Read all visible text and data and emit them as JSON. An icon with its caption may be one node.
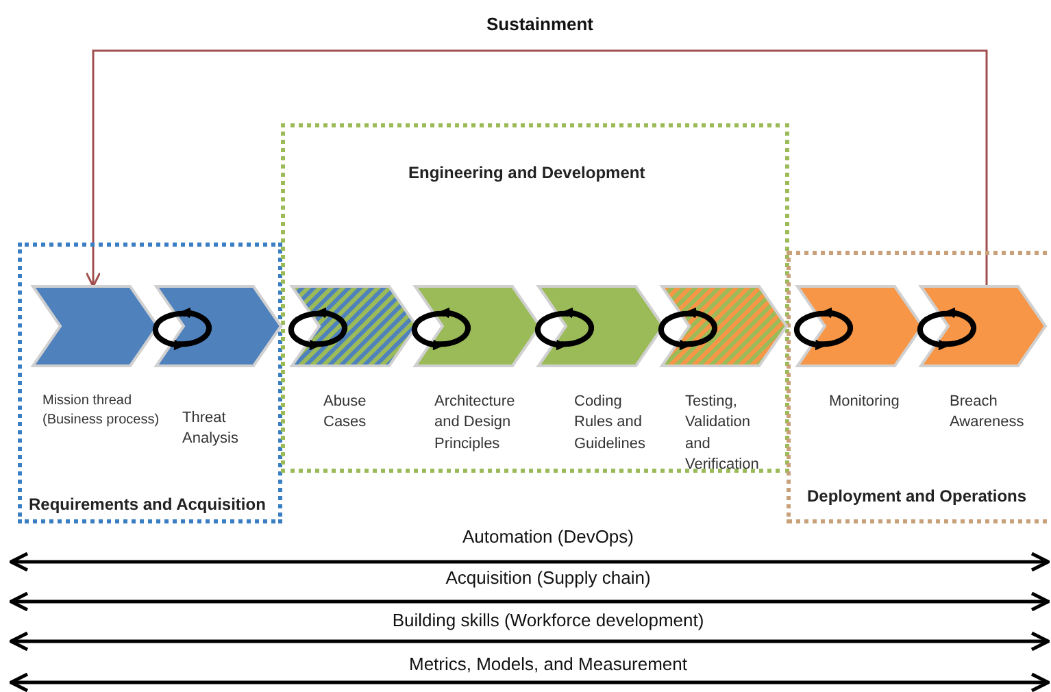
{
  "diagram": {
    "nodes": [
      {
        "text": [
          "Requirements and Acquisition"
        ]
      },
      {
        "text": [
          "Engineering and Development"
        ]
      },
      {
        "text": [
          "Deployment and Operations"
        ]
      },
      {
        "text": [
          "Mission thread (Business process)"
        ],
        "in": 0
      },
      {
        "text": [
          "Threat Analysis"
        ],
        "in": 0
      },
      {
        "text": [
          "Abuse Cases"
        ],
        "in": 1
      },
      {
        "text": [
          "Architecture and Design Principles"
        ],
        "in": 1
      },
      {
        "text": [
          "Coding Rules and Guidelines"
        ],
        "in": 1
      },
      {
        "text": [
          "Testing, Validation and Verification"
        ],
        "in": 1
      },
      {
        "text": [
          "Monitoring"
        ],
        "in": 2
      },
      {
        "text": [
          "Breach Awareness"
        ],
        "in": 2
      }
    ],
    "edges": [
      {
        "from": 10,
        "to": 3,
        "arrow": "to",
        "label": "Sustainment",
        "color": "#a0504f"
      },
      {
        "from": 3,
        "to": 4,
        "arrow": "both"
      },
      {
        "from": 4,
        "to": 5,
        "arrow": "both"
      },
      {
        "from": 5,
        "to": 6,
        "arrow": "both"
      },
      {
        "from": 6,
        "to": 7,
        "arrow": "both"
      },
      {
        "from": 7,
        "to": 8,
        "arrow": "both"
      },
      {
        "from": 8,
        "to": 9,
        "arrow": "both"
      },
      {
        "from": 9,
        "to": 10,
        "arrow": "both"
      }
    ],
    "labels": [
      "Automation (DevOps)",
      "Acquisition (Supply chain)",
      "Building skills (Workforce development)",
      "Metrics, Models, and Measurement"
    ]
  }
}
